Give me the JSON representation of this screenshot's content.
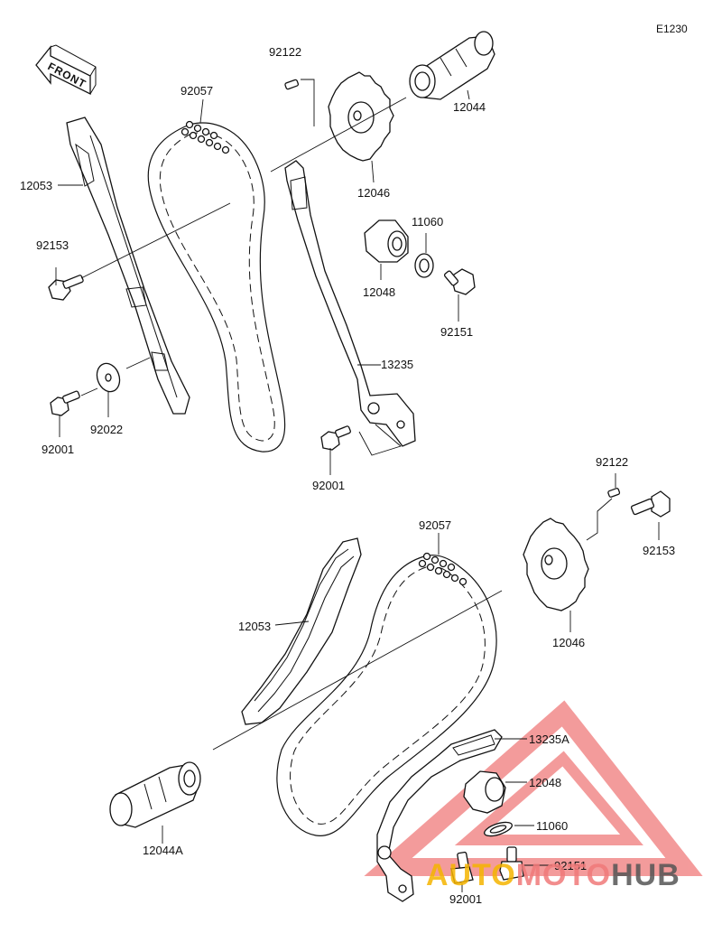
{
  "diagram": {
    "code": "E1230",
    "front_label": "FRONT",
    "parts": {
      "p_92122_top": "92122",
      "p_92057_top": "92057",
      "p_12044": "12044",
      "p_12053_top": "12053",
      "p_12046_top": "12046",
      "p_11060_top": "11060",
      "p_92153_top": "92153",
      "p_12048_top": "12048",
      "p_92151_top": "92151",
      "p_13235": "13235",
      "p_92022": "92022",
      "p_92001_left": "92001",
      "p_92001_mid": "92001",
      "p_92122_bot": "92122",
      "p_92057_bot": "92057",
      "p_92153_bot": "92153",
      "p_12046_bot": "12046",
      "p_12053_bot": "12053",
      "p_13235A": "13235A",
      "p_12048_bot": "12048",
      "p_11060_bot": "11060",
      "p_12044A": "12044A",
      "p_92151_bot": "92151",
      "p_92001_bot": "92001"
    }
  },
  "watermark": {
    "part1": "AUTO",
    "part2": "MOTO",
    "part3": "HUB",
    "color_main": "#f07a7a",
    "color_accent": "#f5b400"
  }
}
